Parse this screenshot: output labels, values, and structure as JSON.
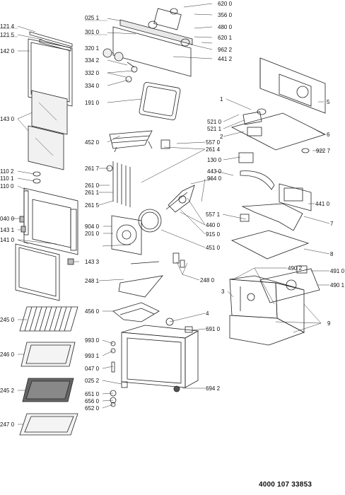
{
  "document_number": "4000 107 33853",
  "part_labels": {
    "p6200": "620 0",
    "p3560": "356 0",
    "p0251": "025 1",
    "p4800": "480 0",
    "p3010": "301 0",
    "p6201": "620 1",
    "p3201": "320 1",
    "p9622": "962 2",
    "p4412": "441 2",
    "p3342": "334 2",
    "p3320": "332 0",
    "p3340": "334 0",
    "p1214": "121 4",
    "p1215": "121 5",
    "p1420": "142 0",
    "p1430": "143 0",
    "p1910": "191 0",
    "p4520": "452 0",
    "p5570": "557 0",
    "p2614": "261 4",
    "p2617": "261 7",
    "p1102": "110 2",
    "p1101": "110 1",
    "p1100": "110 0",
    "p2610": "261 0",
    "p2611": "261 1",
    "p2615": "261 5",
    "p0400": "040 0",
    "p1431": "143 1",
    "p1410": "141 0",
    "p9040": "904 0",
    "p2010": "201 0",
    "p1433": "143 3",
    "p2481": "248 1",
    "p2480": "248 0",
    "p4560": "456 0",
    "p2450": "245 0",
    "p2460": "246 0",
    "p2452": "245 2",
    "p2470": "247 0",
    "p9930": "993 0",
    "p9931": "993 1",
    "p0470": "047 0",
    "p0252": "025 2",
    "p6510": "651 0",
    "p6560": "656 0",
    "p6520": "652 0",
    "p6942": "694 2",
    "p6910": "691 0",
    "n4": "4",
    "p4430": "443 0",
    "p9640": "964 0",
    "p4400": "440 0",
    "p9150": "915 0",
    "p4510": "451 0",
    "p5571": "557 1",
    "p4410": "441 0",
    "n7": "7",
    "n8": "8",
    "p4902": "490 2",
    "p4910": "491 0",
    "p4901": "490 1",
    "n3": "3",
    "n9": "9",
    "n1": "1",
    "n5": "5",
    "p5210": "521 0",
    "p5211": "521 1",
    "n2": "2",
    "n6": "6",
    "p1300": "130 0",
    "p9227": "922 7"
  }
}
